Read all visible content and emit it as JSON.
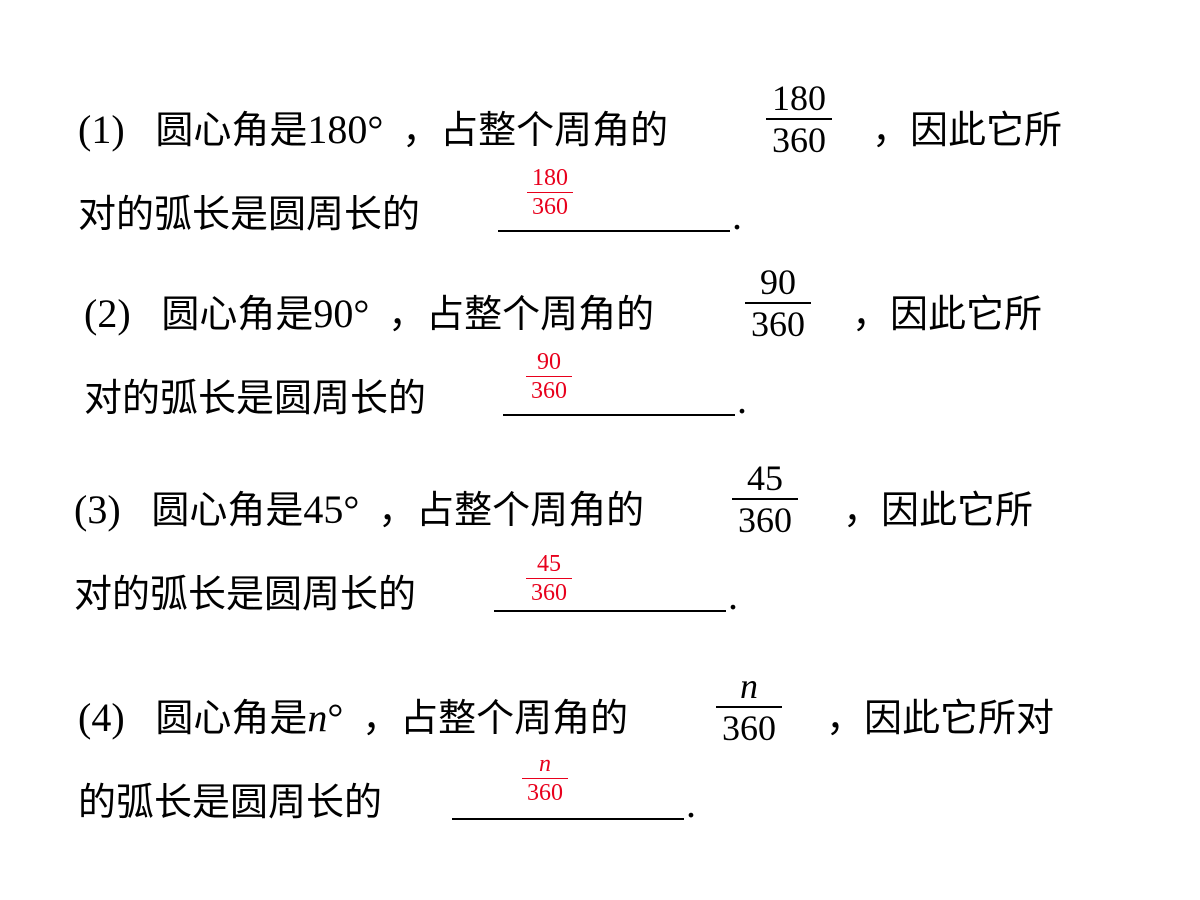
{
  "items": [
    {
      "label": "(1)",
      "angle": "180",
      "italic": false,
      "degree": "°",
      "pre": "圆心角是",
      "mid": "，占整个周角的",
      "fraction": {
        "num": "180",
        "den": "360"
      },
      "post": "，因此它所",
      "line2": "对的弧长是圆周长的",
      "answer": {
        "num": "180",
        "den": "360"
      },
      "end": "."
    },
    {
      "label": "(2)",
      "angle": "90",
      "italic": false,
      "degree": "°",
      "pre": "圆心角是",
      "mid": "，占整个周角的",
      "fraction": {
        "num": "90",
        "den": "360"
      },
      "post": "，因此它所",
      "line2": "对的弧长是圆周长的",
      "answer": {
        "num": "90",
        "den": "360"
      },
      "end": "."
    },
    {
      "label": "(3)",
      "angle": "45",
      "italic": false,
      "degree": "°",
      "pre": "圆心角是",
      "mid": "，占整个周角的",
      "fraction": {
        "num": "45",
        "den": "360"
      },
      "post": "，因此它所",
      "line2": "对的弧长是圆周长的",
      "answer": {
        "num": "45",
        "den": "360"
      },
      "end": "."
    },
    {
      "label": "(4)",
      "angle": "n",
      "italic": true,
      "degree": "°",
      "pre": "圆心角是",
      "mid": "，占整个周角的",
      "fraction": {
        "num": "n",
        "den": "360"
      },
      "post": "，因此它所对",
      "line2": "的弧长是圆周长的",
      "answer": {
        "num": "n",
        "den": "360"
      },
      "end": "."
    }
  ],
  "colors": {
    "text": "#000000",
    "answer": "#e8001c"
  }
}
